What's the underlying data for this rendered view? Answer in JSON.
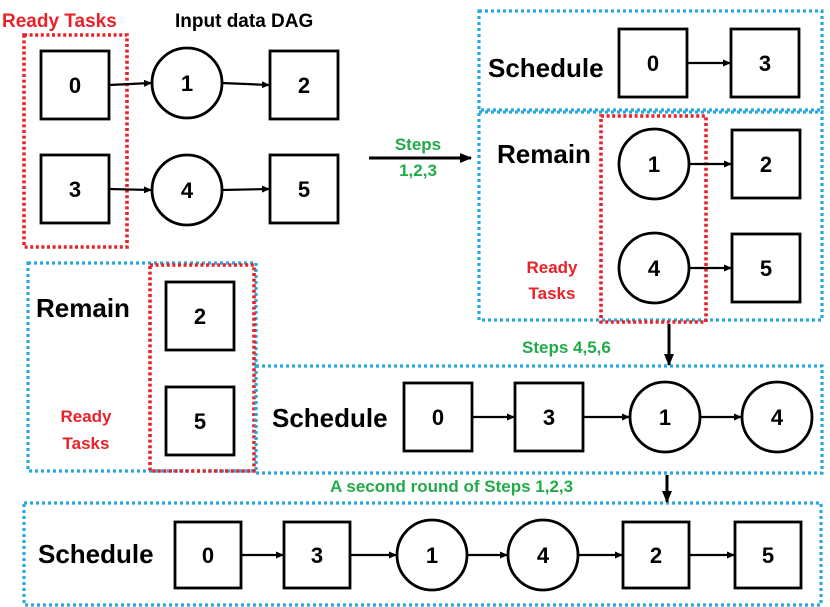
{
  "labels": {
    "ready_tasks_top": "Ready Tasks",
    "input_dag": "Input data DAG",
    "steps_word": "Steps",
    "steps_nums": "1,2,3",
    "schedule_1": "Schedule",
    "remain_1": "Remain",
    "ready_1_line1": "Ready",
    "ready_1_line2": "Tasks",
    "steps_456": "Steps 4,5,6",
    "remain_2": "Remain",
    "ready_2_line1": "Ready",
    "ready_2_line2": "Tasks",
    "schedule_2": "Schedule",
    "second_round": "A second round of Steps 1,2,3",
    "schedule_3": "Schedule"
  },
  "nodes": {
    "dag": [
      {
        "label": "0",
        "shape": "square"
      },
      {
        "label": "1",
        "shape": "circle"
      },
      {
        "label": "2",
        "shape": "square"
      },
      {
        "label": "3",
        "shape": "square"
      },
      {
        "label": "4",
        "shape": "circle"
      },
      {
        "label": "5",
        "shape": "square"
      }
    ],
    "schedule_1": [
      {
        "label": "0",
        "shape": "square"
      },
      {
        "label": "3",
        "shape": "square"
      }
    ],
    "remain_1": [
      {
        "label": "1",
        "shape": "circle"
      },
      {
        "label": "2",
        "shape": "square"
      },
      {
        "label": "4",
        "shape": "circle"
      },
      {
        "label": "5",
        "shape": "square"
      }
    ],
    "remain_2": [
      {
        "label": "2",
        "shape": "square"
      },
      {
        "label": "5",
        "shape": "square"
      }
    ],
    "schedule_2": [
      {
        "label": "0",
        "shape": "square"
      },
      {
        "label": "3",
        "shape": "square"
      },
      {
        "label": "1",
        "shape": "circle"
      },
      {
        "label": "4",
        "shape": "circle"
      }
    ],
    "schedule_3": [
      {
        "label": "0",
        "shape": "square"
      },
      {
        "label": "3",
        "shape": "square"
      },
      {
        "label": "1",
        "shape": "circle"
      },
      {
        "label": "4",
        "shape": "circle"
      },
      {
        "label": "2",
        "shape": "square"
      },
      {
        "label": "5",
        "shape": "square"
      }
    ]
  },
  "colors": {
    "ready_box": "#e8222a",
    "schedule_box": "#28a8e0",
    "step_text": "#22aa4a",
    "node_stroke": "#000000"
  }
}
